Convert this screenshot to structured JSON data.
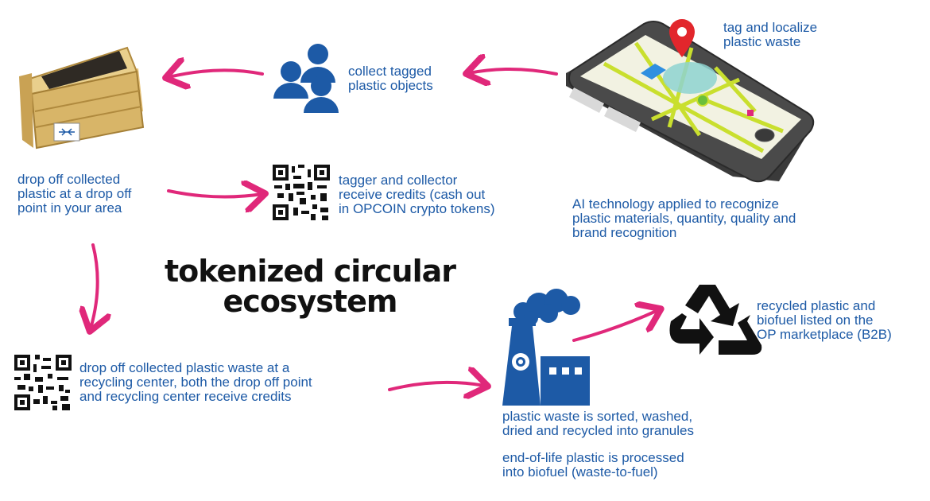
{
  "title": "tokenized circular\necosystem",
  "steps": {
    "tag": "tag and localize\nplastic waste",
    "collect": "collect tagged\nplastic objects",
    "dropoff": "drop off collected\nplastic at a drop off\npoint in your area",
    "credits": "tagger and collector\nreceive credits (cash out\nin OPCOIN crypto tokens)",
    "ai": "AI technology applied to recognize\nplastic materials, quantity, quality and\nbrand recognition",
    "recycling_center": "drop off collected plastic waste at a\nrecycling center, both the drop off point\nand recycling center receive credits",
    "sorted": "plastic waste is sorted, washed,\ndried and recycled into granules",
    "biofuel": "end-of-life plastic is processed\ninto biofuel (waste-to-fuel)",
    "marketplace": "recycled plastic and\nbiofuel listed on the\nOP marketplace (B2B)"
  },
  "colors": {
    "text": "#1d5aa6",
    "arrow": "#e0287a",
    "icon_blue": "#1d5aa6"
  },
  "icons": [
    "dumpster-icon",
    "people-icon",
    "smartphone-map-icon",
    "map-pin-icon",
    "qr-code-icon",
    "factory-icon",
    "recycle-icon"
  ]
}
